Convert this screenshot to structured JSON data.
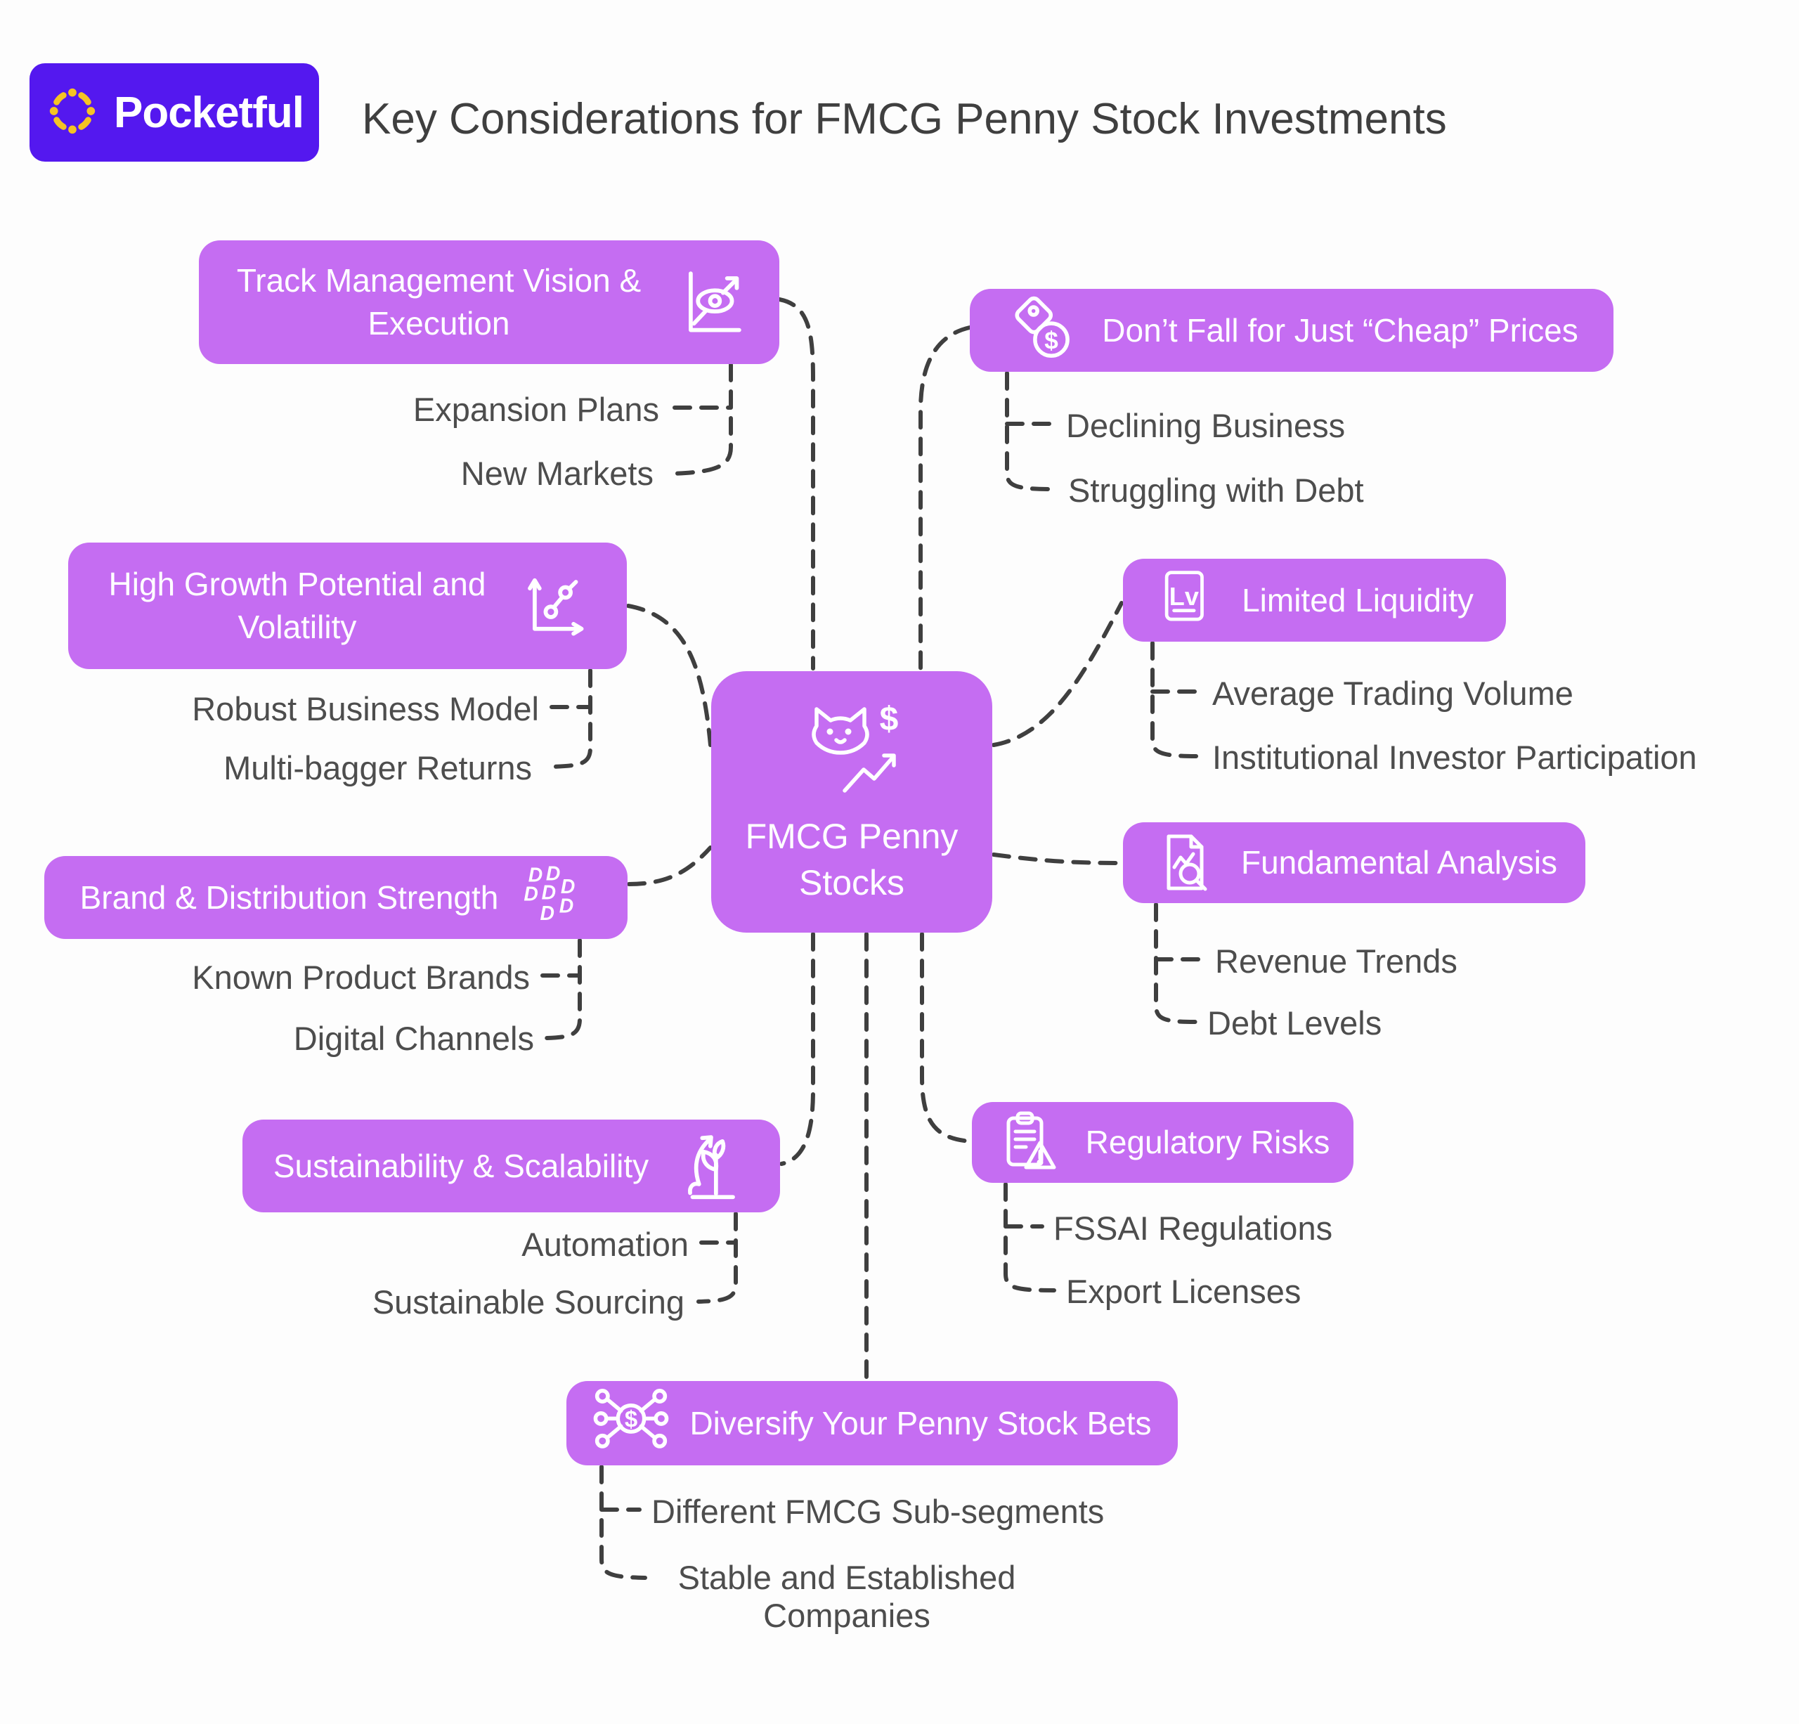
{
  "header": {
    "logo": {
      "text": "Pocketful",
      "icon": "pocketful-flower-icon",
      "bg_color": "#5418ef",
      "flower_color": "#f5c324"
    },
    "title": "Key Considerations for FMCG Penny Stock Investments"
  },
  "center": {
    "label": "FMCG Penny Stocks",
    "icon": "cat-dollar-trend-icon"
  },
  "branches": [
    {
      "label": "Track Management Vision & Execution",
      "icon": "eye-trend-chart-icon",
      "side": "left",
      "children": [
        "Expansion Plans",
        "New Markets"
      ]
    },
    {
      "label": "High Growth Potential and Volatility",
      "icon": "growth-scatter-chart-icon",
      "side": "left",
      "children": [
        "Robust Business Model",
        "Multi-bagger Returns"
      ]
    },
    {
      "label": "Brand & Distribution Strength",
      "icon": "brand-letters-icon",
      "side": "left",
      "children": [
        "Known Product Brands",
        "Digital Channels"
      ]
    },
    {
      "label": "Sustainability & Scalability",
      "icon": "plant-growth-icon",
      "side": "left",
      "children": [
        "Automation",
        "Sustainable Sourcing"
      ]
    },
    {
      "label": "Don’t Fall for Just “Cheap” Prices",
      "icon": "price-tag-dollar-icon",
      "side": "right",
      "children": [
        "Declining Business",
        "Struggling with Debt"
      ]
    },
    {
      "label": "Limited Liquidity",
      "icon": "lv-badge-icon",
      "side": "right",
      "children": [
        "Average Trading Volume",
        "Institutional Investor Participation"
      ]
    },
    {
      "label": "Fundamental Analysis",
      "icon": "document-search-icon",
      "side": "right",
      "children": [
        "Revenue Trends",
        "Debt Levels"
      ]
    },
    {
      "label": "Regulatory Risks",
      "icon": "clipboard-warning-icon",
      "side": "right",
      "children": [
        "FSSAI Regulations",
        "Export Licenses"
      ]
    },
    {
      "label": "Diversify Your Penny Stock Bets",
      "icon": "network-dollar-icon",
      "side": "bottom",
      "children": [
        "Different FMCG Sub-segments",
        "Stable and Established Companies"
      ]
    }
  ],
  "icons": {
    "dollar_symbol": "$",
    "lv_label": "Lv",
    "d_letter": "D"
  },
  "colors": {
    "node_fill": "#c56df2",
    "node_text": "#ffffff",
    "connector": "#3f3f3f",
    "title_text": "#3f3f3f",
    "subitem_text": "#4d4d4d",
    "logo_bg": "#5418ef",
    "logo_flower": "#f5c324",
    "background": "#fdfdfd"
  }
}
